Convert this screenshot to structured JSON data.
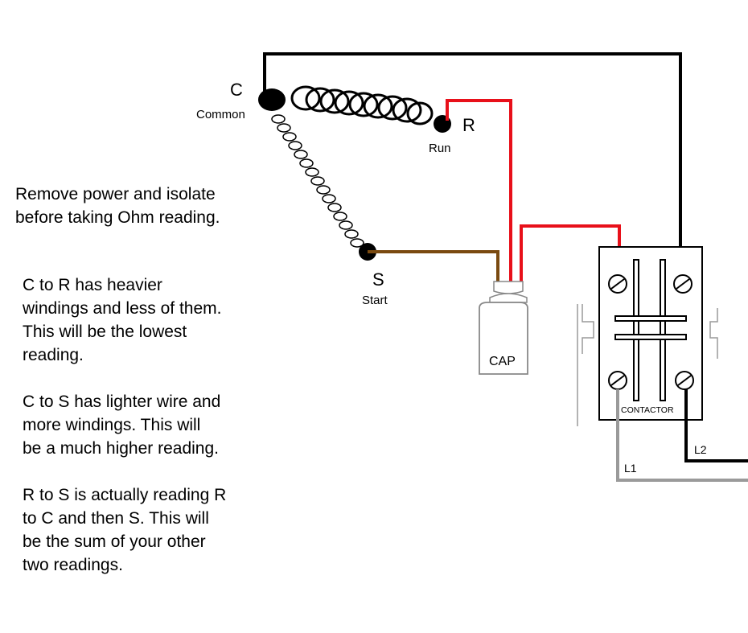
{
  "terminals": {
    "common_letter": "C",
    "common_name": "Common",
    "run_letter": "R",
    "run_name": "Run",
    "start_letter": "S",
    "start_name": "Start"
  },
  "capacitor": {
    "label": "CAP"
  },
  "contactor": {
    "label": "CONTACTOR"
  },
  "lines": {
    "l1": "L1",
    "l2": "L2"
  },
  "notes": {
    "warning": "Remove power and isolate\nbefore taking Ohm reading.",
    "c_to_r": "C to R has heavier\nwindings and less of them.\nThis will be the lowest\nreading.",
    "c_to_s": "C to S has lighter wire and\nmore windings. This will\nbe a much higher reading.",
    "r_to_s": "R to S is actually reading R\nto C and then S. This will\nbe the sum of your other\ntwo readings."
  },
  "colors": {
    "black_wire": "#000000",
    "red_wire": "#e8101a",
    "brown_wire": "#7a4a10",
    "gray_wire": "#9a9a9a"
  }
}
